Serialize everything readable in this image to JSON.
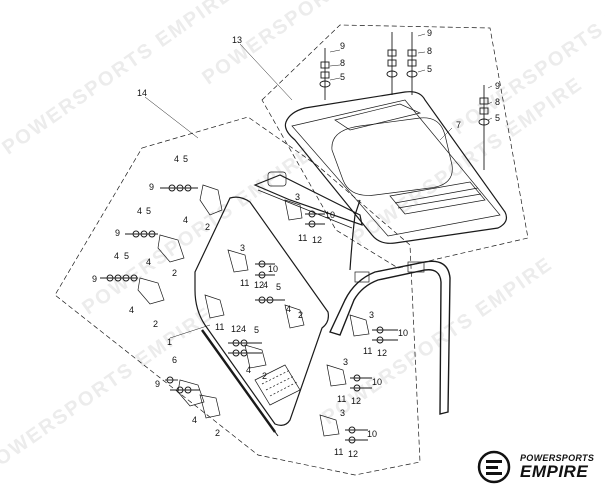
{
  "callouts": {
    "c1": "1",
    "c2": "2",
    "c3": "3",
    "c4": "4",
    "c5": "5",
    "c6": "6",
    "c7": "7",
    "c8": "8",
    "c9": "9",
    "c10": "10",
    "c11": "11",
    "c12": "12",
    "c13": "13",
    "c14": "14",
    "c124": "124"
  },
  "brand": {
    "top_text": "POWERSPORTS",
    "main_text": "EMPIRE",
    "watermark_text": "POWERSPORTS EMPIRE"
  },
  "colors": {
    "line": "#1a1a1a",
    "watermark": "#ececec"
  }
}
